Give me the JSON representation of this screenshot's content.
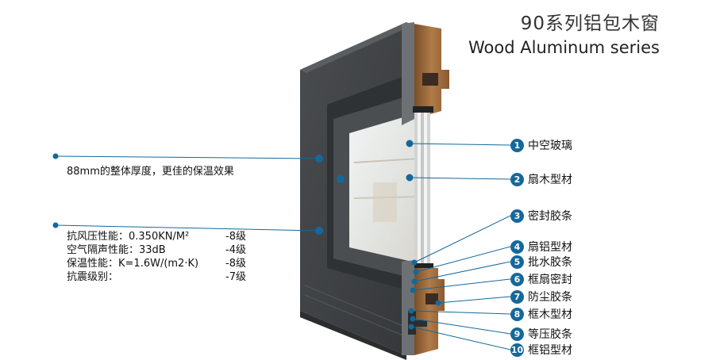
{
  "title": {
    "cn": "90系列铝包木窗",
    "en": "Wood Aluminum series"
  },
  "spec_note": "88mm的整体厚度，更佳的保温效果",
  "performance": [
    {
      "label": "抗风压性能：0.350KN/M²",
      "grade": "-8级"
    },
    {
      "label": "空气隔声性能：33dB",
      "grade": "-4级"
    },
    {
      "label": "保温性能：K=1.6W/(m2·K)",
      "grade": "-8级"
    },
    {
      "label": "抗震级别：",
      "grade": "-7级"
    }
  ],
  "components": [
    {
      "num": "1",
      "label": "中空玻璃"
    },
    {
      "num": "2",
      "label": "扇木型材"
    },
    {
      "num": "3",
      "label": "密封胶条"
    },
    {
      "num": "4",
      "label": "扇铝型材"
    },
    {
      "num": "5",
      "label": "批水胶条"
    },
    {
      "num": "6",
      "label": "框扇密封"
    },
    {
      "num": "7",
      "label": "防尘胶条"
    },
    {
      "num": "8",
      "label": "框木型材"
    },
    {
      "num": "9",
      "label": "等压胶条"
    },
    {
      "num": "10",
      "label": "框铝型材"
    }
  ],
  "colors": {
    "accent": "#15689b",
    "aluminum": "#3f4244",
    "wood": "#9a6a3e"
  }
}
